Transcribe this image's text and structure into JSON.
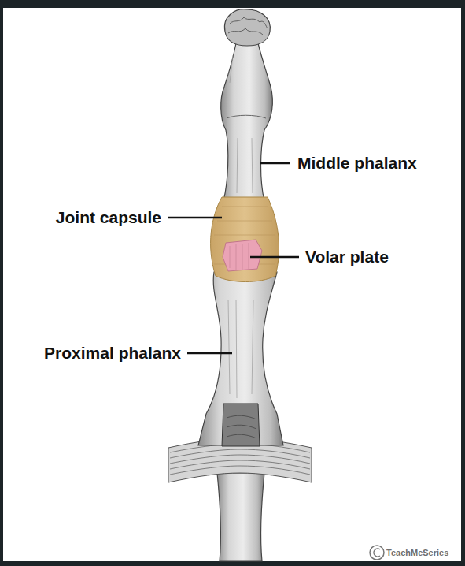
{
  "diagram": {
    "labels": [
      "Middle phalanx",
      "Joint capsule",
      "Volar plate",
      "Proximal phalanx",
      "TeachMeSeries"
    ]
  }
}
